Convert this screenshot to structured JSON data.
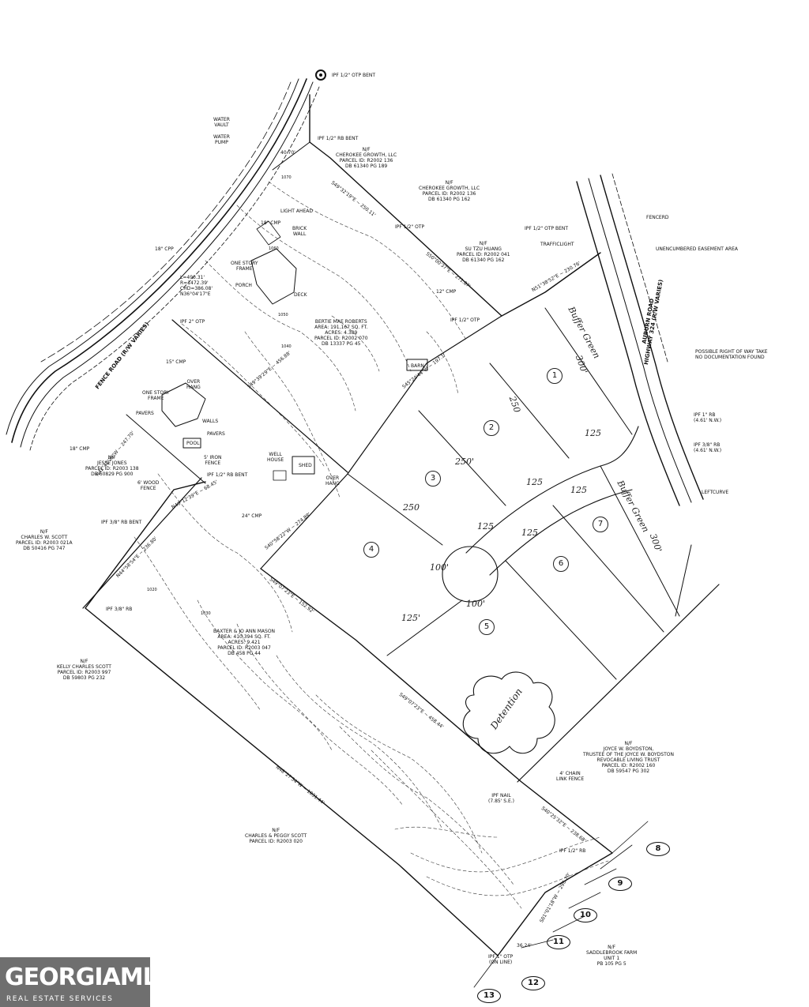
{
  "labels": {
    "ipf_top": "IPF 1/2\" OTP BENT",
    "water_vault": "WATER\nVAULT",
    "water_pump": "WATER\nPUMP",
    "ipf_rb_bent_top": "IPF 1/2\" RB BENT",
    "dim_40_70": "40.70'",
    "cherokee_1": "N/F\nCHEROKEE GROWTH, LLC\nPARCEL ID: R2002 136\nDB 61340 PG 189",
    "cherokee_2": "N/F\nCHEROKEE GROWTH, LLC\nPARCEL ID: R2002 136\nDB 61340 PG 162",
    "light_ahead": "LIGHT AHEAD",
    "cmp_18_a": "18\" CMP",
    "brick_wall": "BRICK\nWALL",
    "cpp_18": "18\" CPP",
    "one_story_frame_1": "ONE STORY\nFRAME",
    "porch": "PORCH",
    "deck": "DECK",
    "ipf_1_2_otp": "IPF 1/2\" OTP",
    "su_tzu": "N/F\nSU TZU HUANG\nPARCEL ID: R2002 041\nDB 61340 PG 162",
    "cmp_12": "12\" CMP",
    "ipf_1_2_otp_b": "IPF 1/2\" OTP",
    "ipf_2_otp": "IPF 2\" OTP",
    "bertie": "BERTIE MAE ROBERTS\nAREA: 191,167 SQ. FT.\nACRES: 4.389\nPARCEL ID: R2002 070\nDB 13337 PG 45",
    "barn": "BARN",
    "cmp_15": "15\" CMP",
    "fence_road": "FENCE ROAD (R/W VARIES)",
    "one_story_frame_2": "ONE STORY\nFRAME",
    "over_hang": "OVER\nHANG",
    "pavers_1": "PAVERS",
    "pavers_2": "PAVERS",
    "walls": "WALLS",
    "pool": "POOL",
    "cmp_18_b": "18\" CMP",
    "jesse": "N/F\nJESSE JONES\nPARCEL ID: R2003 138\nDB 60829 PG 900",
    "iron_fence": "5' IRON\nFENCE",
    "well_house": "WELL\nHOUSE",
    "shed": "SHED",
    "over_hang_2": "OVER\nHANG",
    "wood_fence": "6' WOOD\nFENCE",
    "ipf_rb_bent_mid": "IPF 1/2\" RB BENT",
    "cmp_24": "24\" CMP",
    "ipf_3_8_rb_bent": "IPF 3/8\" RB BENT",
    "charles_w_scott": "N/F\nCHARLES W. SCOTT\nPARCEL ID: R2003 021A\nDB 50416 PG 747",
    "ipf_3_8_rb": "IPF 3/8\" RB",
    "baxter": "BAXTER & JO ANN MASON\nAREA: 410,394 SQ. FT.\nACRES: 9.421\nPARCEL ID: R2003 047\nDB 458 PG 44",
    "kelly": "N/F\nKELLY CHARLES SCOTT\nPARCEL ID: R2003 997\nDB 59803 PG 232",
    "charles_peggy": "N/F\nCHARLES & PEGGY SCOTT\nPARCEL ID: R2003 020",
    "fencerd": "FENCERD",
    "unencumbered": "UNENCUMBERED EASEMENT AREA",
    "trafficlight": "TRAFFICLIGHT",
    "ipf_otp_bent_right": "IPF 1/2\" OTP BENT",
    "auburn": "AUBURN ROAD\nHIGHWAY 324 (R/W VARIES)",
    "possible_row": "POSSIBLE RIGHT OF WAY TAKE\nNO DOCUMENTATION FOUND",
    "ipf_1_rb": "IPF 1\" RB\n(4.61' N.W.)",
    "ipf_3_8_rb_right": "IPF 3/8\" RB\n(4.61' N.W.)",
    "leftcurve": "LEFTCURVE",
    "joyce": "N/F\nJOYCE W. BOYDSTON,\nTRUSTEE OF THE JOYCE W. BOYDSTON\nREVOCABLE LIVING TRUST\nPARCEL ID: R2002 160\nDB 59547 PG 302",
    "chain_fence": "4' CHAIN\nLINK FENCE",
    "ipf_nail": "IPF NAIL\n(7.85' S.E.)",
    "ipf_1_2_rb": "IPF 1/2\" RB",
    "ipf_1_otp": "IPF 1\" OTP\n(ON LINE)",
    "saddlebrook": "N/F\nSADDLEBROOK FARM\nUNIT 1\nPB 105 PG 5",
    "contour_1070": "1070",
    "contour_1060": "1060",
    "contour_1050": "1050",
    "contour_1040": "1040",
    "contour_1030": "1030",
    "contour_1020": "1020"
  },
  "bearings": {
    "b1": "S49°32'19\"E ~ 250.11'",
    "b2": "S50°00'37\"E ~ 271.87'",
    "b3": "N51°38'52\"E ~ 230.76'",
    "b4": "S49°39'29\"E ~ 456.88'",
    "b5": "S45°24'44\"W ~ 197.1'",
    "b6": "N42°42'29\"W ~ 247.70'",
    "b7": "N40°12'39\"E ~ 68.45'",
    "b8": "S40°58'22\"W ~ 274.88'",
    "b9": "N44°58'54\"E ~ 236.80'",
    "b10": "S49°07'23\"E ~ 152.92'",
    "b11": "S49°07'23\"E ~ 458.44'",
    "b12": "N48°27'54\"W ~ 1031.44'",
    "b13": "S40°25'32\"E ~ 238.68'",
    "b14": "S01°01'18\"W ~ 296.70'",
    "b15": "36.24'",
    "b16": "L=490.31'\nR=1472.39'\nCHD=386.08'\nN36°04'17\"E"
  },
  "sketch": {
    "lot_1": "1",
    "lot_2": "2",
    "lot_3": "3",
    "lot_4": "4",
    "lot_5": "5",
    "lot_6": "6",
    "lot_7": "7",
    "buffer_1": "Buffer Green",
    "buffer_2": "Buffer Green",
    "detention": "Detention",
    "d250_a": "250",
    "d250_b": "250'",
    "d250_c": "250",
    "d300_a": "300'",
    "d300_b": "300'",
    "d125_a": "125",
    "d125_b": "125",
    "d125_c": "125",
    "d125_d": "125",
    "d125_e": "125",
    "d125_f": "125'",
    "d100_a": "100'",
    "d100_b": "100'"
  },
  "adjacent_lots": [
    "8",
    "9",
    "10",
    "11",
    "12",
    "13"
  ],
  "logo": {
    "name": "GEORGIAMLS",
    "sub": "REAL ESTATE SERVICES"
  }
}
